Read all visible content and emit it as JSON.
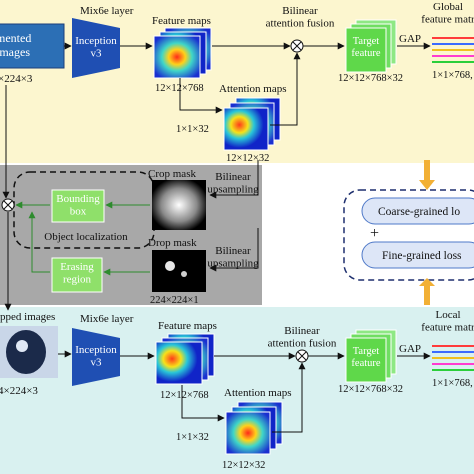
{
  "colors": {
    "top_band": "#fcf6cf",
    "bottom_band": "#d9f1f0",
    "gray_panel": "#a8a8a8",
    "inception_blue": "#1f4fb3",
    "green_box": "#8fe06a",
    "target_green": "#5fd84a",
    "loss_blue": "#4f79c8",
    "arrow_orange": "#f2b035",
    "dash_navy": "#1e2f6e"
  },
  "top": {
    "input_label": "mented\nimages",
    "input_dims": "×224×3",
    "mix_layer": "Mix6e layer",
    "inception": "Inception\nv3",
    "feature_maps_title": "Feature maps",
    "feature_dims": "12×12×768",
    "fusion_label": "Bilinear\nattention fusion",
    "attention_title": "Attention maps",
    "attention_dims_left": "1×1×32",
    "attention_dims_bottom": "12×12×32",
    "target_feature": "Target\nfeature",
    "target_dims": "12×12×768×32",
    "gap": "GAP",
    "matrix_title": "Global\nfeature matr",
    "matrix_dims": "1×1×768,"
  },
  "middle": {
    "crop_mask": "Crop mask",
    "drop_mask": "Drop mask",
    "upsampling_1": "Bilinear\nupsampling",
    "upsampling_2": "Bilinear\nupsampling",
    "bounding_box": "Bounding\nbox",
    "object_localization": "Object localization",
    "erasing_region": "Erasing\nregion",
    "mask_dims": "224×224×1"
  },
  "losses": {
    "coarse": "Coarse-grained lo",
    "fine": "Fine-grained loss",
    "plus": "+"
  },
  "bottom": {
    "input_label": "pped images",
    "input_dims": "4×224×3",
    "mix_layer": "Mix6e layer",
    "inception": "Inception\nv3",
    "feature_maps_title": "Feature maps",
    "feature_dims": "12×12×768",
    "fusion_label": "Bilinear\nattention fusion",
    "attention_title": "Attention maps",
    "attention_dims_left": "1×1×32",
    "attention_dims_bottom": "12×12×32",
    "target_feature": "Target\nfeature",
    "target_dims": "12×12×768×32",
    "gap": "GAP",
    "matrix_title": "Local\nfeature matr",
    "matrix_dims": "1×1×768,"
  }
}
